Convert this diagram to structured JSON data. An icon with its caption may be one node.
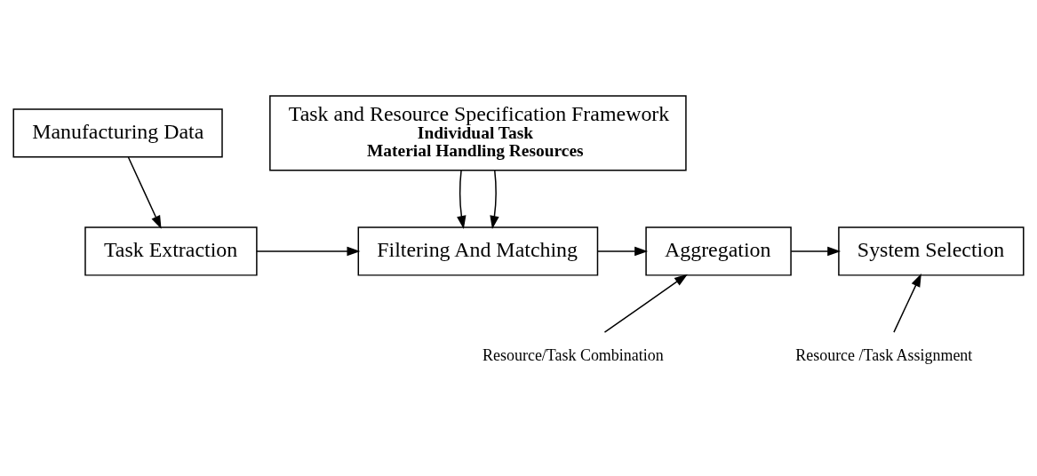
{
  "diagram": {
    "nodes": [
      {
        "text": [
          "Manufacturing Data"
        ]
      },
      {
        "text": [
          "Task Extraction"
        ]
      },
      {
        "text": [
          "Task and Resource Specification Framework",
          "Individual Task",
          "Material Handling Resources"
        ]
      },
      {
        "text": [
          "Filtering And Matching"
        ]
      },
      {
        "text": [
          "Aggregation"
        ]
      },
      {
        "text": [
          "System Selection"
        ]
      },
      {
        "text": [
          "Resource/Task Combination"
        ]
      },
      {
        "text": [
          "Resource /Task Assignment"
        ]
      }
    ],
    "edges": [
      {
        "from": 0,
        "to": 1,
        "arrow": "to"
      },
      {
        "from": 1,
        "to": 3,
        "arrow": "to"
      },
      {
        "from": 2,
        "to": 3,
        "arrow": "to"
      },
      {
        "from": 2,
        "to": 3,
        "arrow": "to"
      },
      {
        "from": 3,
        "to": 4,
        "arrow": "to"
      },
      {
        "from": 6,
        "to": 4,
        "arrow": "to"
      },
      {
        "from": 4,
        "to": 5,
        "arrow": "to"
      },
      {
        "from": 7,
        "to": 5,
        "arrow": "to"
      }
    ]
  }
}
